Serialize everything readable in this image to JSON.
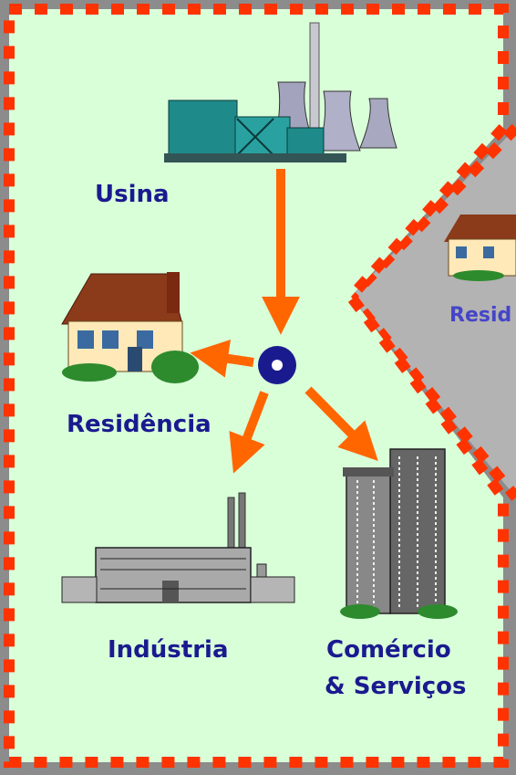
{
  "labels": {
    "usina": "Usina",
    "residencia": "Residência",
    "industria": "Indústria",
    "comercio_line1": "Comércio",
    "comercio_line2": "& Serviços",
    "residencia_partial": "Resid"
  },
  "colors": {
    "background": "#8c8c8c",
    "panel_green": "#d9ffd9",
    "panel_gray": "#b3b3b3",
    "dashed_border": "#ff3300",
    "arrow": "#ff6600",
    "hub": "#1a1a8f",
    "label_text": "#1a1a8f"
  },
  "icons": {
    "power_plant": "power-plant-icon",
    "house": "house-icon",
    "factory": "factory-icon",
    "skyscrapers": "skyscrapers-icon",
    "hub": "distribution-hub-icon"
  }
}
